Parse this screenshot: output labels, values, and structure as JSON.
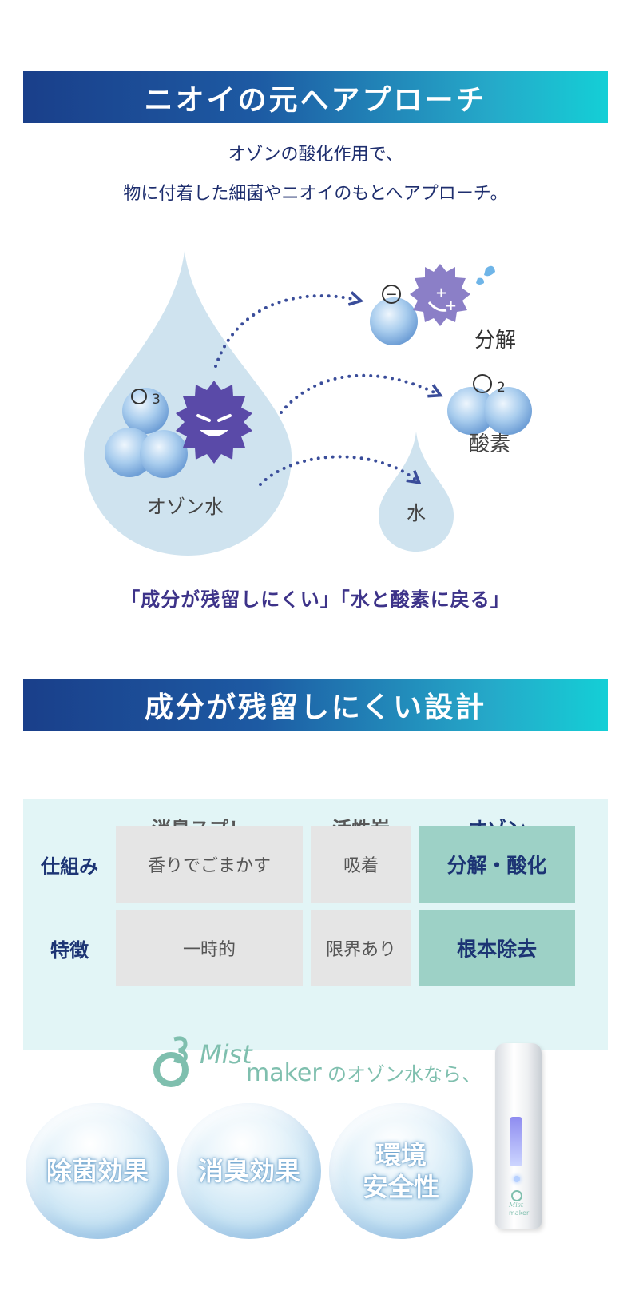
{
  "section1": {
    "title": "ニオイの元へアプローチ",
    "lead_line1": "オゾンの酸化作用で、",
    "lead_line2": "物に付着した細菌やニオイのもとへアプローチ。"
  },
  "diagram": {
    "ozone_symbol": "O",
    "ozone_sub": "3",
    "ozone_water_label": "オゾン水",
    "decompose_symbol": "−",
    "decompose_label": "分解",
    "oxygen_symbol": "O",
    "oxygen_sub": "2",
    "oxygen_label": "酸素",
    "water_label": "水"
  },
  "tagline": "「成分が残留しにくい」「水と酸素に戻る」",
  "section2": {
    "title": "成分が残留しにくい設計"
  },
  "comparison": {
    "columns": [
      "消臭スプレー",
      "活性炭",
      "オゾン"
    ],
    "rows": [
      {
        "label": "仕組み",
        "values": [
          "香りでごまかす",
          "吸着",
          "分解・酸化"
        ]
      },
      {
        "label": "特徴",
        "values": [
          "一時的",
          "限界あり",
          "根本除去"
        ]
      }
    ]
  },
  "brand": {
    "logo_script": "Mist",
    "logo_maker": "maker",
    "suffix": "のオゾン水なら、",
    "device_label_line1": "Mist",
    "device_label_line2": "maker"
  },
  "benefits": [
    {
      "line1": "除菌効果",
      "line2": ""
    },
    {
      "line1": "消臭効果",
      "line2": ""
    },
    {
      "line1": "環境",
      "line2": "安全性"
    }
  ],
  "colors": {
    "banner_start": "#1a3f8a",
    "banner_end": "#14cfd6",
    "navy_text": "#1c3474",
    "purple_text": "#3d3389",
    "teal_cell": "#9dd1c6",
    "table_bg": "#e2f5f6",
    "germ": "#5a4aa8"
  }
}
